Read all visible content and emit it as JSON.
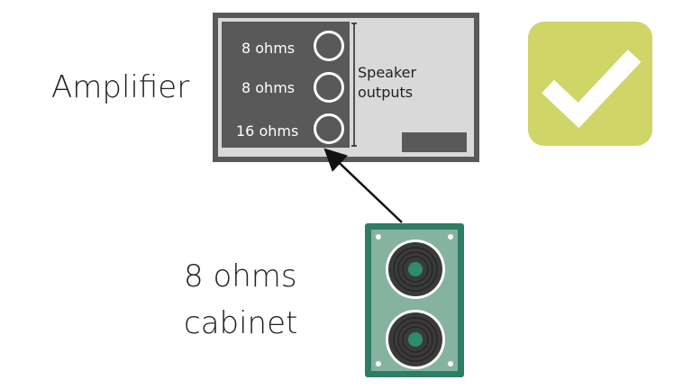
{
  "amplifier": {
    "label": "Amplifier",
    "outputs": [
      {
        "label": "8 ohms"
      },
      {
        "label": "8 ohms"
      },
      {
        "label": "16 ohms"
      }
    ],
    "outputs_caption_line1": "Speaker",
    "outputs_caption_line2": "outputs"
  },
  "cabinet": {
    "label_line1": "8 ohms",
    "label_line2": "cabinet"
  },
  "status": {
    "icon": "checkmark-icon",
    "color": "#cfd567"
  },
  "colors": {
    "amp_body": "#d9d9d9",
    "amp_dark": "#595959",
    "cabinet_frame": "#2e7d67",
    "cabinet_fill": "#85b3a0",
    "speaker_center": "#2e8b6f"
  }
}
